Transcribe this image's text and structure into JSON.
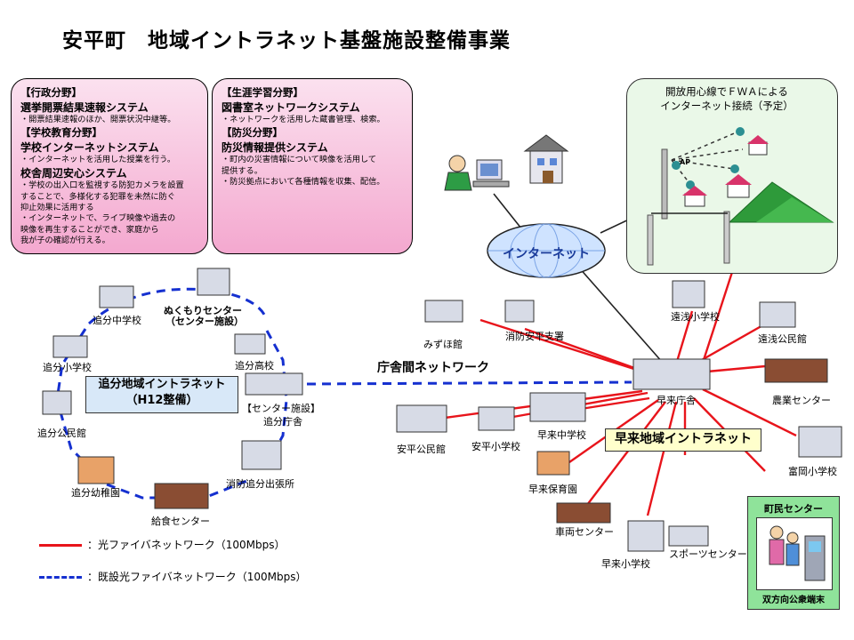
{
  "title": "安平町　地域イントラネット基盤施設整備事業",
  "box1": {
    "h_admin": "【行政分野】",
    "s_election": "選挙開票結果速報システム",
    "d_election": "・開票結果速報のほか、開票状況中継等。",
    "h_school": "【学校教育分野】",
    "s_school_net": "学校インターネットシステム",
    "d_school_net": "・インターネットを活用した授業を行う。",
    "s_safety": "校舎周辺安心システム",
    "d_safety_1": "・学校の出入口を監視する防犯カメラを設置",
    "d_safety_2": "することで、多様化する犯罪を未然に防ぐ",
    "d_safety_3": "抑止効果に活用する",
    "d_safety_4": "・インターネットで、ライブ映像や過去の",
    "d_safety_5": "映像を再生することができ、家庭から",
    "d_safety_6": "我が子の確認が行える。"
  },
  "box2": {
    "h_lifelong": "【生涯学習分野】",
    "s_library": "図書室ネットワークシステム",
    "d_library": "・ネットワークを活用した蔵書管理、検索。",
    "h_disaster": "【防災分野】",
    "s_video": "防災情報提供システム",
    "d_video_1": "・町内の災害情報について映像を活用して",
    "d_video_2": "提供する。",
    "d_video_3": "・防災拠点において各種情報を収集、配信。"
  },
  "fwa": {
    "line1": "開放用心線でＦＷＡによる",
    "line2": "インターネット接続（予定）",
    "ap": "AP"
  },
  "internet": "インターネット",
  "inter_office": "庁舎間ネットワーク",
  "oiwake_intranet": {
    "line1": "追分地域イントラネット",
    "line2": "（H12整備）"
  },
  "hayakita_intranet": "早来地域イントラネット",
  "labels": {
    "nukumori_1": "ぬくもりセンター",
    "nukumori_2": "（センター施設）",
    "oiwake_jhs": "追分中学校",
    "oiwake_es": "追分小学校",
    "oiwake_hs": "追分高校",
    "oiwake_pub": "追分公民館",
    "center_facility": "【センター施設】",
    "oiwake_office": "追分庁舎",
    "oiwake_kinder": "追分幼稚園",
    "oiwake_fire": "消防追分出張所",
    "lunch_center": "給食センター",
    "mizuho": "みずほ館",
    "fire_abira": "消防安平支署",
    "abira_pub": "安平公民館",
    "abira_es": "安平小学校",
    "hayakita_jhs": "早来中学校",
    "hayakita_office": "早来庁舎",
    "toasa_es": "遠浅小学校",
    "toasa_pub": "遠浅公民館",
    "agri_center": "農業センター",
    "tomioka_es": "富岡小学校",
    "hayakita_nursery": "早来保育園",
    "vehicle_center": "車両センター",
    "hayakita_es": "早来小学校",
    "sports_center": "スポーツセンター",
    "town_center": "町民センター",
    "kiosk": "双方向公衆端末"
  },
  "legend": {
    "new_fiber": "：光ファイバネットワーク（100Mbps）",
    "existing_fiber": "：既設光ファイバネットワーク（100Mbps）"
  },
  "colors": {
    "new_fiber": "#e8141b",
    "existing_fiber": "#1530d0",
    "pink": "#f4a8cf",
    "green_panel": "#eaf8e8",
    "kiosk": "#8fe39a",
    "label_bg": "#ffffcc",
    "oiwake_label_bg": "#d8e8f8"
  }
}
